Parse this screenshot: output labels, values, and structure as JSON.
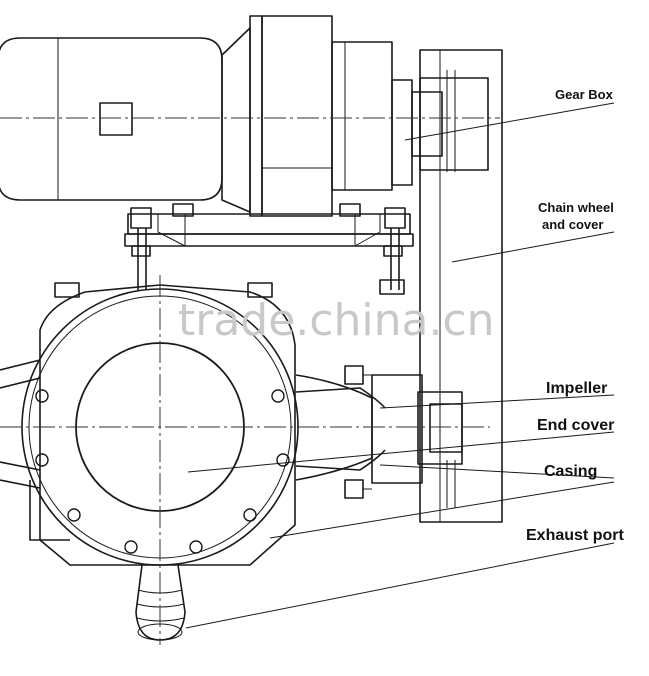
{
  "labels": {
    "gear_box": "Gear Box",
    "chain_wheel_line1": "Chain wheel",
    "chain_wheel_line2": "and cover",
    "impeller": "Impeller",
    "end_cover": "End cover",
    "casing": "Casing",
    "exhaust_port": "Exhaust port"
  },
  "watermark": "trade.china.cn",
  "colors": {
    "line": "#1a1a1a",
    "center_line": "#333333",
    "watermark": "#c8c8c8"
  }
}
